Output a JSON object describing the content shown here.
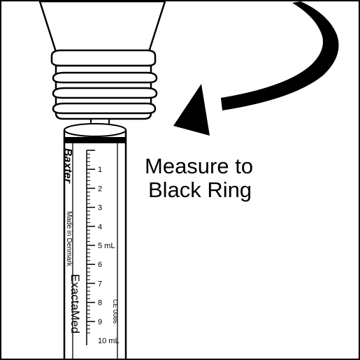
{
  "caption": {
    "line1": "Measure to",
    "line2": "Black Ring"
  },
  "syringe": {
    "brand": "Baxter",
    "made_in": "Made in Denmark",
    "product": "ExactaMed",
    "ce_mark": "CE 0086",
    "scale": [
      {
        "value": 1,
        "label": "1"
      },
      {
        "value": 2,
        "label": "2"
      },
      {
        "value": 3,
        "label": "3"
      },
      {
        "value": 4,
        "label": "4"
      },
      {
        "value": 5,
        "label": "5 mL"
      },
      {
        "value": 6,
        "label": "6"
      },
      {
        "value": 7,
        "label": "7"
      },
      {
        "value": 8,
        "label": "8"
      },
      {
        "value": 9,
        "label": "9"
      },
      {
        "value": 10,
        "label": "10 mL"
      }
    ]
  },
  "icons": {
    "arrow": "curved-arrow-icon",
    "bottle": "bottle-icon",
    "syringe": "oral-syringe-icon"
  },
  "colors": {
    "line": "#000000",
    "background": "#ffffff"
  }
}
